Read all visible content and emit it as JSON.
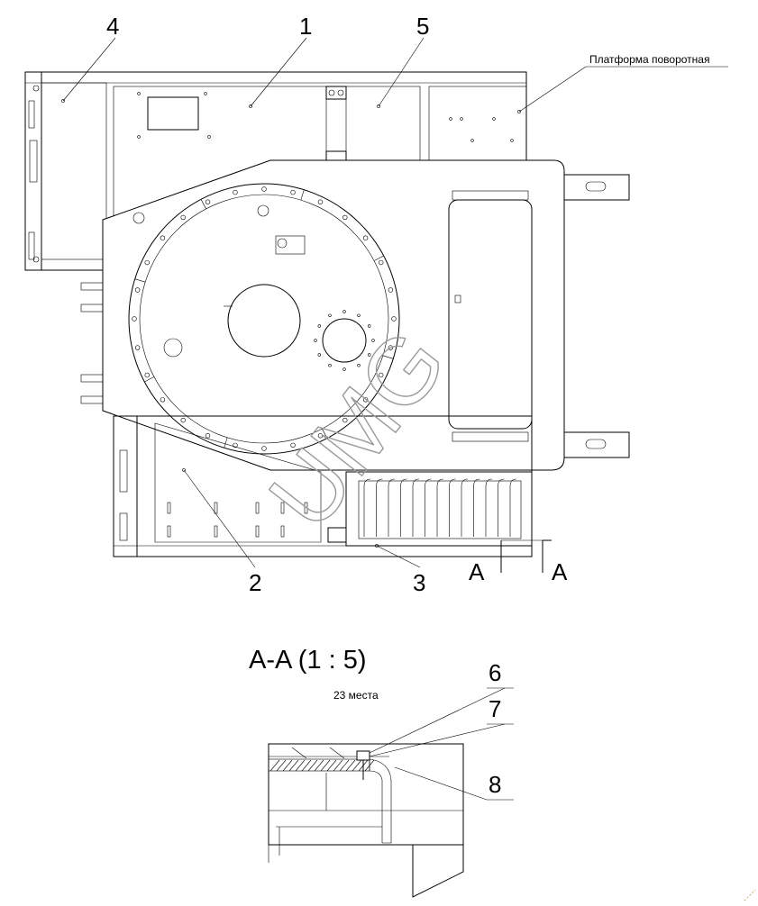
{
  "drawing": {
    "part_title": "Платформа поворотная",
    "callouts": [
      "1",
      "2",
      "3",
      "4",
      "5",
      "6",
      "7",
      "8"
    ],
    "section_marker": "A",
    "section_title": "A-A (1 : 5)",
    "quantity_note": "23 места",
    "watermark": "UMG"
  }
}
